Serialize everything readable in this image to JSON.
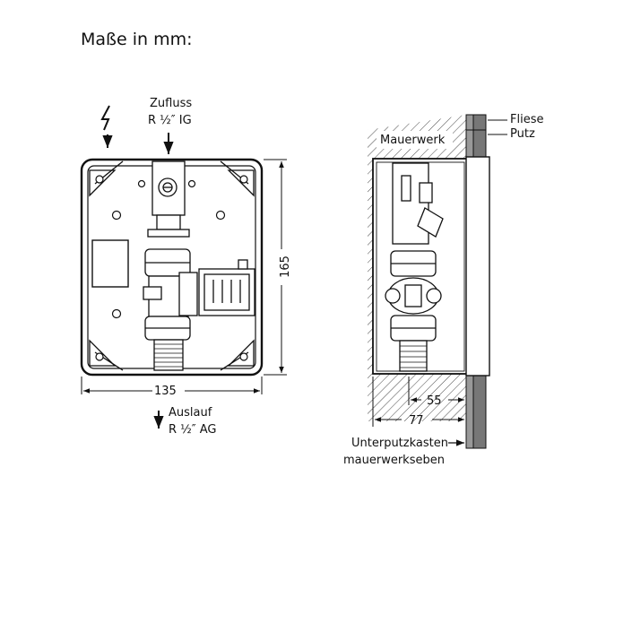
{
  "title": "Maße in mm:",
  "front_view": {
    "inlet_label": "Zufluss",
    "inlet_thread": "R ½″ IG",
    "outlet_label": "Auslauf",
    "outlet_thread": "R ½″ AG",
    "width_dim": "135",
    "height_dim": "165",
    "power_icon": "lightning-bolt-icon"
  },
  "side_view": {
    "wall_label": "Mauerwerk",
    "tile_label": "Fliese",
    "plaster_label": "Putz",
    "depth_inner_dim": "55",
    "depth_outer_dim": "77",
    "box_label_line1": "Unterputzkasten",
    "box_label_line2": "mauerwerkseben"
  }
}
